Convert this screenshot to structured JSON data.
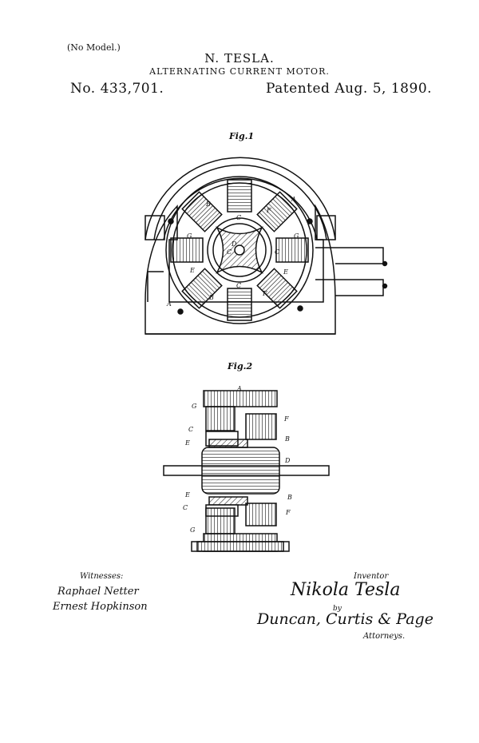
{
  "header": {
    "no_model": "(No Model.)",
    "inventor_name": "N. TESLA.",
    "title": "ALTERNATING CURRENT MOTOR.",
    "patent_number": "No. 433,701.",
    "patent_date": "Patented Aug. 5, 1890."
  },
  "figures": {
    "fig1_label": "Fig.1",
    "fig2_label": "Fig.2",
    "fig1_letters": [
      "A",
      "B",
      "C",
      "D",
      "E",
      "F",
      "G",
      "A"
    ],
    "fig2_letters": [
      "A",
      "G",
      "C",
      "E",
      "F",
      "B",
      "D",
      "E",
      "C",
      "B",
      "F",
      "G"
    ]
  },
  "signatures": {
    "witnesses_label": "Witnesses:",
    "witness_1": "Raphael Netter",
    "witness_2": "Ernest Hopkinson",
    "inventor_label": "Inventor",
    "inventor": "Nikola Tesla",
    "by_label": "by",
    "attorney": "Duncan, Curtis & Page",
    "attorneys_label": "Attorneys."
  }
}
